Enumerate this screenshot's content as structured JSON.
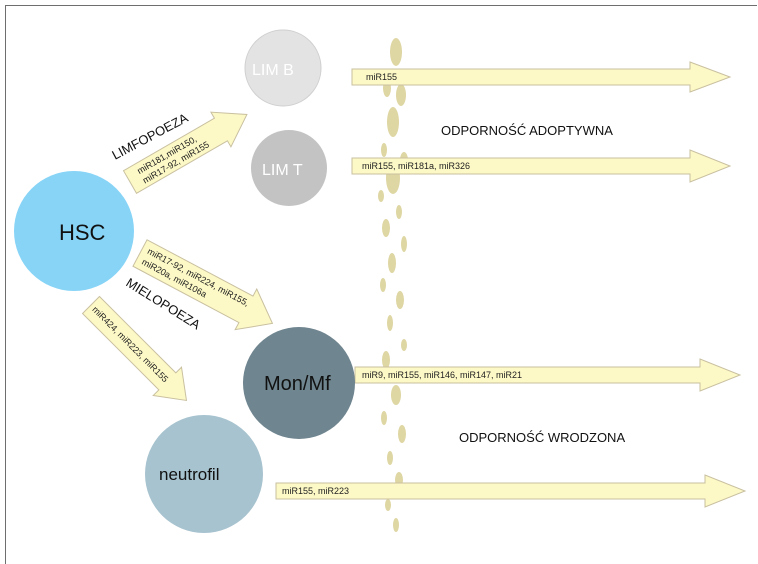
{
  "nodes": {
    "hsc": {
      "label": "HSC",
      "color": "#87d4f7"
    },
    "lim_b": {
      "label": "LIM B",
      "color": "#e3e3e3"
    },
    "lim_t": {
      "label": "LIM T",
      "color": "#c3c3c3"
    },
    "mon_mf": {
      "label": "Mon/Mf",
      "color": "#6f858f"
    },
    "neutrofil": {
      "label": "neutrofil",
      "color": "#a7c3cf"
    }
  },
  "processes": {
    "limfopoeza": "LIMFOPOEZA",
    "mielopoeza": "MIELOPOEZA"
  },
  "diff_arrows": {
    "lymph": {
      "line1": "miR181,miR150,",
      "line2": "miR17-92, miR155"
    },
    "mono": {
      "line1": "miR17-92, miR224, miR155,",
      "line2": "miR20a, miR106a"
    },
    "neut": {
      "line1": "miR424, miR223, miR155"
    }
  },
  "output_arrows": {
    "lim_b": "miR155",
    "lim_t": "miR155, miR181a, miR326",
    "mon_mf": "miR9, miR155, miR146, miR147, miR21",
    "neutrofil": "miR155, miR223"
  },
  "immunity": {
    "adaptive": "ODPORNOŚĆ ADOPTYWNA",
    "innate": "ODPORNOŚĆ WRODZONA"
  },
  "colors": {
    "arrow_fill": "#fdf9c6",
    "arrow_stroke": "#c9c0a0",
    "barrier": "#d9cf93"
  }
}
